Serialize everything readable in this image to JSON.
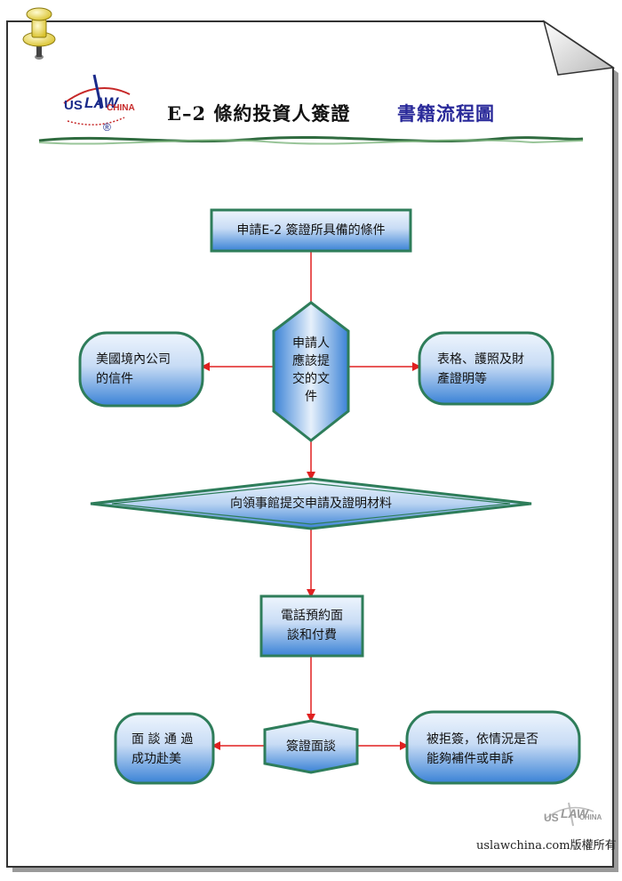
{
  "header": {
    "logo": {
      "us": "US",
      "law": "LAW",
      "china": "CHINA",
      "registered": "®"
    },
    "title": "E–2 條約投資人簽證",
    "subtitle": "書籍流程圖"
  },
  "nodes": {
    "start": "申請E-2 簽證所具備的條件",
    "documents_hex": [
      "申請人",
      "應該提",
      "交的文",
      "件"
    ],
    "left_doc": [
      "美國境內公司",
      "的信件"
    ],
    "right_doc": [
      "表格、護照及財",
      "產證明等"
    ],
    "submit": "向領事館提交申請及證明材料",
    "appointment": [
      "電話預約面",
      "談和付費"
    ],
    "interview": "簽證面談",
    "success": [
      "面 談 通 過",
      "成功赴美"
    ],
    "rejected": [
      "被拒簽，依情況是否",
      "能夠補件或申訴"
    ]
  },
  "footer": {
    "copyright": "uslawchina.com版權所有",
    "watermark": {
      "us": "US",
      "law": "LAW",
      "china": "CHINA"
    }
  },
  "colors": {
    "arrow": "#e02020",
    "border": "#2e7d5a",
    "box_top": "#e9f2fc",
    "box_bottom": "#3f86d6",
    "title_sub": "#2a2a9a"
  }
}
